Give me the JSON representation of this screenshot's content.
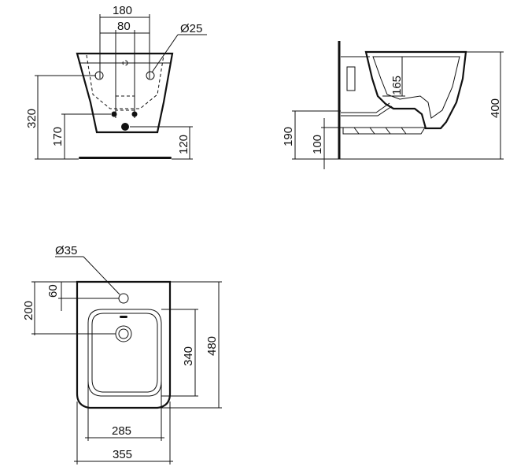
{
  "diagram": {
    "front_view": {
      "width_outer": "180",
      "width_inner": "80",
      "pipe_diameter": "Ø25",
      "height_total": "320",
      "height_mid": "170",
      "height_floor": "120"
    },
    "side_view": {
      "height_trap": "165",
      "height_total": "400",
      "height_waste": "190",
      "height_floor": "100"
    },
    "top_view": {
      "tap_hole_diameter": "Ø35",
      "tap_offset": "60",
      "drain_offset": "200",
      "bowl_length": "340",
      "total_length": "480",
      "bowl_width": "285",
      "total_width": "355"
    }
  }
}
